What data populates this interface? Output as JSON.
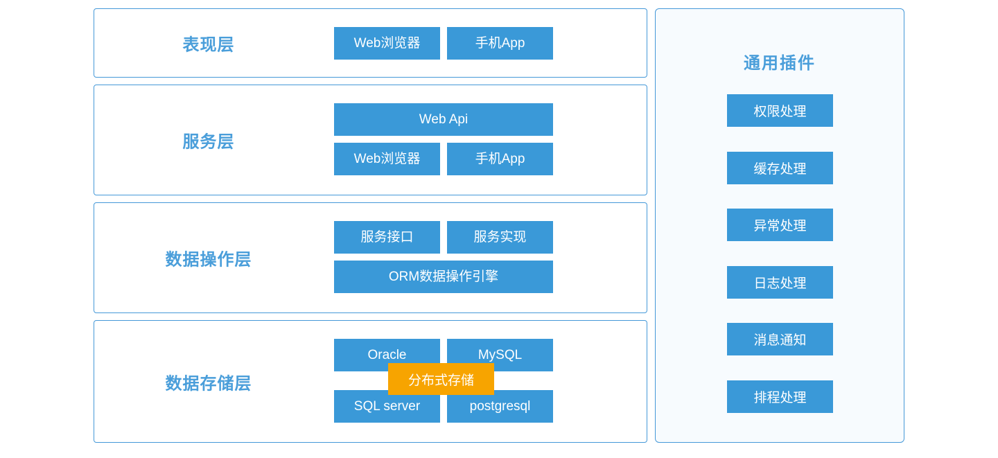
{
  "colors": {
    "button_blue": "#3a99d8",
    "border_blue": "#4498d8",
    "label_blue": "#4a9eda",
    "accent_orange": "#f7a400",
    "panel_bg": "#f7fbfe",
    "button_text": "#ffffff"
  },
  "layers": [
    {
      "label": "表现层",
      "rows": [
        {
          "buttons": [
            {
              "label": "Web浏览器"
            },
            {
              "label": "手机App"
            }
          ]
        }
      ]
    },
    {
      "label": "服务层",
      "rows": [
        {
          "buttons": [
            {
              "label": "Web Api"
            }
          ]
        },
        {
          "buttons": [
            {
              "label": "Web浏览器"
            },
            {
              "label": "手机App"
            }
          ]
        }
      ]
    },
    {
      "label": "数据操作层",
      "rows": [
        {
          "buttons": [
            {
              "label": "服务接口"
            },
            {
              "label": "服务实现"
            }
          ]
        },
        {
          "buttons": [
            {
              "label": "ORM数据操作引擎"
            }
          ]
        }
      ]
    },
    {
      "label": "数据存储层",
      "rows": [
        {
          "buttons": [
            {
              "label": "Oracle"
            },
            {
              "label": "MySQL"
            }
          ]
        },
        {
          "buttons": [
            {
              "label": "SQL server"
            },
            {
              "label": "postgresql"
            }
          ]
        }
      ],
      "overlay": {
        "label": "分布式存储"
      }
    }
  ],
  "plugins_panel": {
    "title": "通用插件",
    "items": [
      {
        "label": "权限处理"
      },
      {
        "label": "缓存处理"
      },
      {
        "label": "异常处理"
      },
      {
        "label": "日志处理"
      },
      {
        "label": "消息通知"
      },
      {
        "label": "排程处理"
      }
    ]
  }
}
